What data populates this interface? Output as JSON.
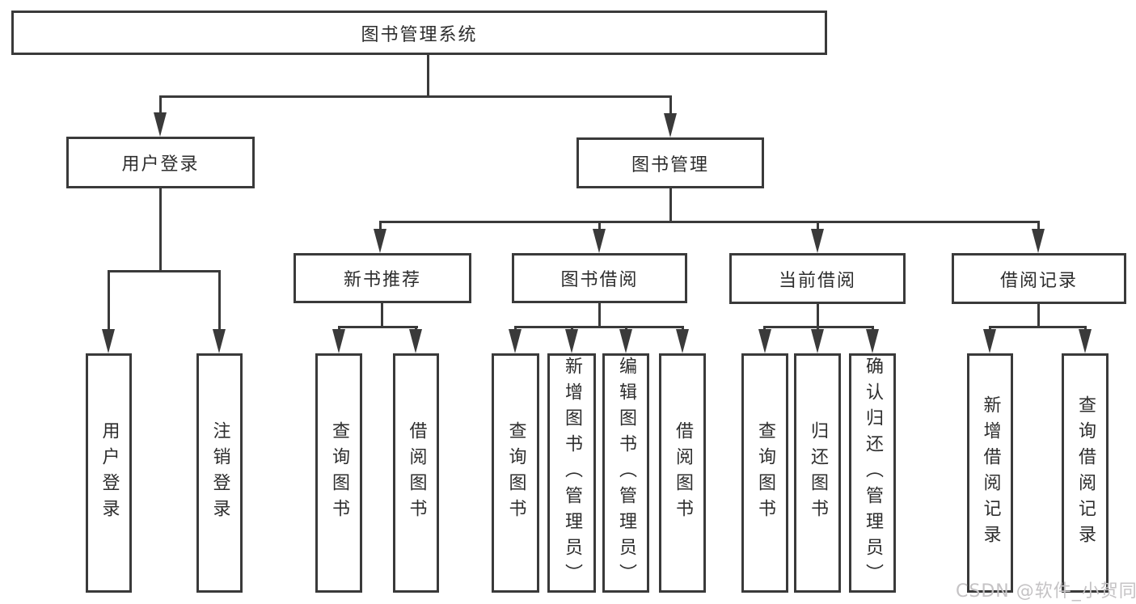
{
  "diagram_type": "hierarchy-tree",
  "colors": {
    "line": "#3a3a3a",
    "box_border": "#3a3a3a",
    "text": "#2d2d2d",
    "watermark": "#c5c3c5",
    "background": "#ffffff"
  },
  "watermark": {
    "text": "CSDN @软件_小贺同学"
  },
  "tree": {
    "label": "图书管理系统",
    "children": [
      {
        "label": "用户登录",
        "children": [
          {
            "label": "用户登录"
          },
          {
            "label": "注销登录"
          }
        ]
      },
      {
        "label": "图书管理",
        "children": [
          {
            "label": "新书推荐",
            "children": [
              {
                "label": "查询图书"
              },
              {
                "label": "借阅图书"
              }
            ]
          },
          {
            "label": "图书借阅",
            "children": [
              {
                "label": "查询图书"
              },
              {
                "label": "新增图书（管理员）"
              },
              {
                "label": "编辑图书（管理员）"
              },
              {
                "label": "借阅图书"
              }
            ]
          },
          {
            "label": "当前借阅",
            "children": [
              {
                "label": "查询图书"
              },
              {
                "label": "归还图书"
              },
              {
                "label": "确认归还（管理员）"
              }
            ]
          },
          {
            "label": "借阅记录",
            "children": [
              {
                "label": "新增借阅记录"
              },
              {
                "label": "查询借阅记录"
              }
            ]
          }
        ]
      }
    ]
  }
}
